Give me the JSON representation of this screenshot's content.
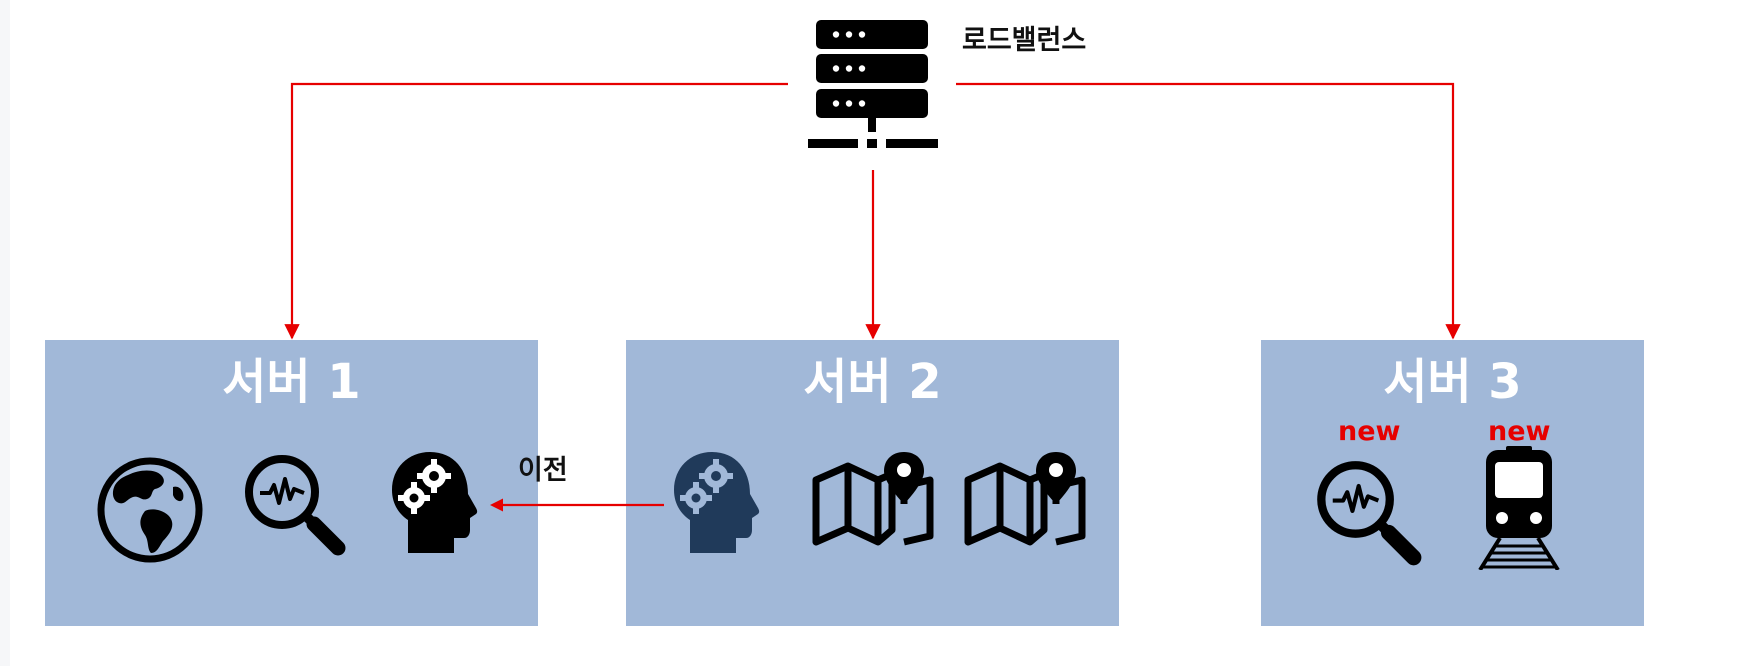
{
  "load_balancer": {
    "label": "로드밸런스",
    "icon": "server-rack-icon"
  },
  "servers": [
    {
      "title": "서버 1",
      "icons": [
        "globe-icon",
        "search-analytics-icon",
        "brain-gears-icon"
      ]
    },
    {
      "title": "서버 2",
      "icons": [
        "brain-gears-icon",
        "map-pin-icon",
        "map-pin-icon"
      ]
    },
    {
      "title": "서버 3",
      "icons": [
        "search-analytics-icon",
        "train-icon"
      ],
      "badges": [
        "new",
        "new"
      ]
    }
  ],
  "migration": {
    "label": "이전"
  },
  "colors": {
    "box": "#a1b8d8",
    "arrow": "#e60000",
    "moved_icon": "#203a5a",
    "icon": "#000000",
    "badge": "#e60000"
  }
}
